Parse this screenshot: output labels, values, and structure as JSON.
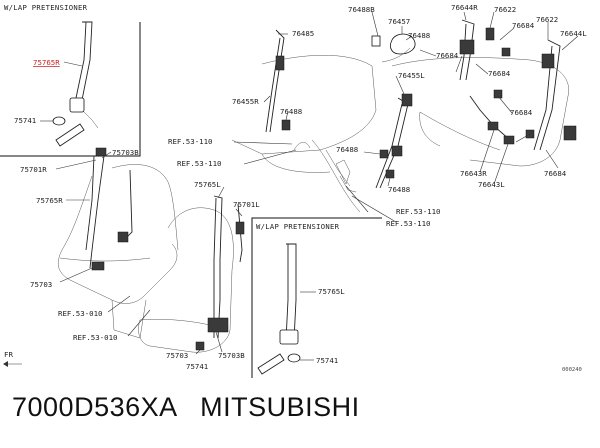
{
  "caption": "7000D536XA   MITSUBISHI",
  "headers": {
    "top_left": "W/LAP PRETENSIONER",
    "bottom_center": "W/LAP PRETENSIONER"
  },
  "direction": "FR",
  "figure_code": "000240",
  "labels": {
    "l_75765R_top": "75765R",
    "l_75741_top": "75741",
    "l_75703B_left": "75703B",
    "l_75701R": "75701R",
    "l_75765R": "75765R",
    "l_75703": "75703",
    "l_ref53010_a": "REF.53-010",
    "l_ref53010_b": "REF.53-010",
    "l_76485": "76485",
    "l_76488_a": "76488",
    "l_76455R": "76455R",
    "l_ref53110_a": "REF.53-110",
    "l_ref53110_b": "REF.53-110",
    "l_75765L": "75765L",
    "l_75701L": "75701L",
    "l_75703_bot": "75703",
    "l_75741_bot": "75741",
    "l_75703B_bot": "75703B",
    "l_76488B": "76488B",
    "l_76457": "76457",
    "l_76488_b": "76488",
    "l_76644R": "76644R",
    "l_76622_a": "76622",
    "l_76684_a": "76684",
    "l_76684_b": "76684",
    "l_76455L": "76455L",
    "l_76684_c": "76684",
    "l_76622_b": "76622",
    "l_76644L": "76644L",
    "l_76488_c": "76488",
    "l_76488_d": "76488",
    "l_ref53110_c": "REF.53-110",
    "l_ref53110_d": "REF.53-110",
    "l_76684_d": "76684",
    "l_76643R": "76643R",
    "l_76643L": "76643L",
    "l_76684_e": "76684",
    "l_75765L_bot": "75765L",
    "l_75741_bot2": "75741"
  }
}
